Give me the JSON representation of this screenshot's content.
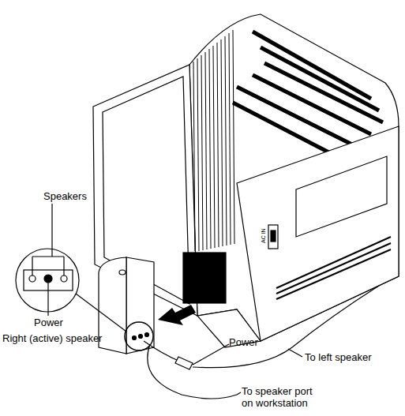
{
  "diagram": {
    "labels": [
      "Speakers",
      "Power",
      "Right (active) speaker",
      "Power",
      "To left speaker",
      "To speaker port on workstation",
      "AC IN"
    ]
  }
}
